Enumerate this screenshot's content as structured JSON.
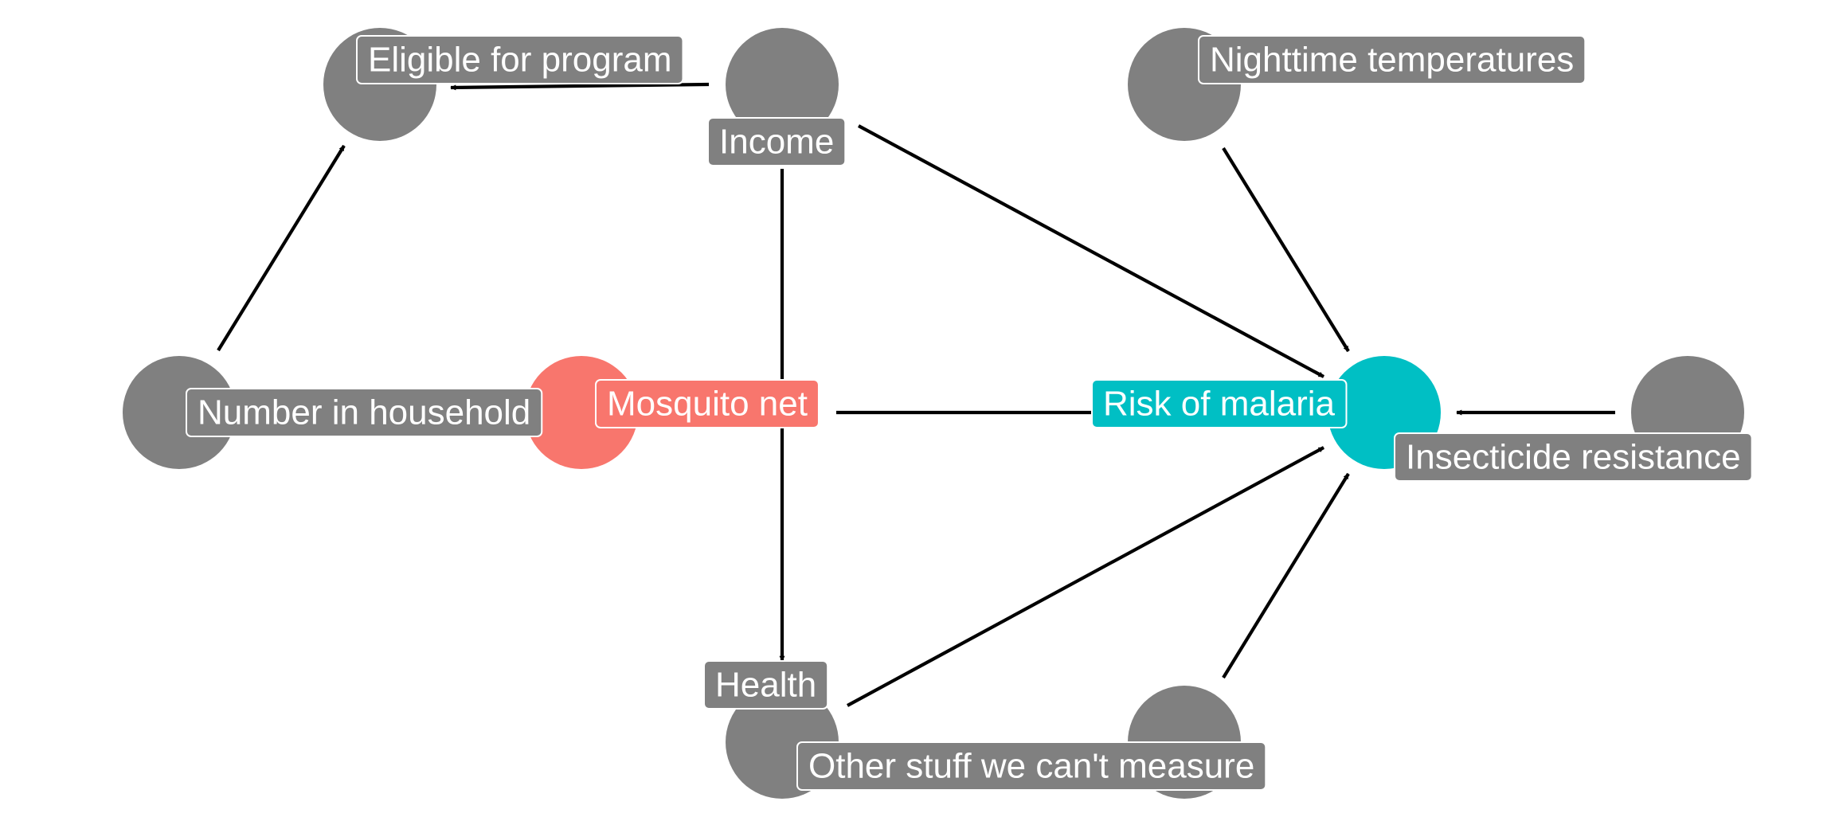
{
  "diagram": {
    "type": "causal-dag",
    "nodes": [
      {
        "id": "eligible",
        "label": "Eligible for program",
        "role": "other"
      },
      {
        "id": "income",
        "label": "Income",
        "role": "other"
      },
      {
        "id": "nighttime",
        "label": "Nighttime temperatures",
        "role": "other"
      },
      {
        "id": "household",
        "label": "Number in household",
        "role": "other"
      },
      {
        "id": "net",
        "label": "Mosquito net",
        "role": "exposure"
      },
      {
        "id": "malaria",
        "label": "Risk of malaria",
        "role": "outcome"
      },
      {
        "id": "insecticide",
        "label": "Insecticide resistance",
        "role": "other"
      },
      {
        "id": "health",
        "label": "Health",
        "role": "other"
      },
      {
        "id": "other",
        "label": "Other stuff we can't measure",
        "role": "other"
      }
    ],
    "edges": [
      {
        "from": "income",
        "to": "eligible"
      },
      {
        "from": "household",
        "to": "eligible"
      },
      {
        "from": "income",
        "to": "malaria"
      },
      {
        "from": "income",
        "to": "health"
      },
      {
        "from": "nighttime",
        "to": "malaria"
      },
      {
        "from": "net",
        "to": "malaria"
      },
      {
        "from": "insecticide",
        "to": "malaria"
      },
      {
        "from": "health",
        "to": "malaria"
      },
      {
        "from": "other",
        "to": "malaria"
      }
    ],
    "colors": {
      "other": "#808080",
      "exposure": "#F8766D",
      "outcome": "#00BFC4",
      "edge": "#000000",
      "label_text": "#ffffff",
      "label_border": "#ffffff"
    }
  }
}
